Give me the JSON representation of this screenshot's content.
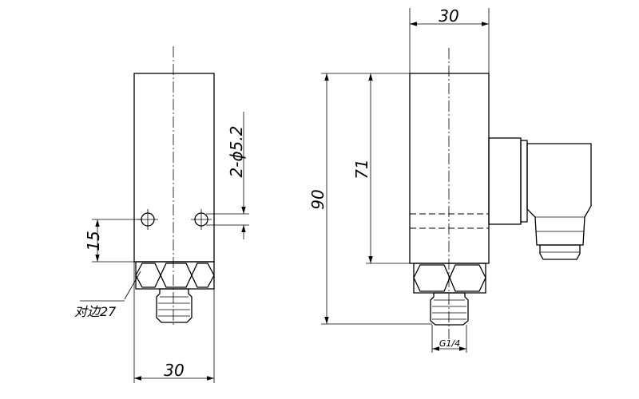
{
  "left_view": {
    "bottom_width": "30",
    "hole_spec": "2-ϕ5.2",
    "hole_height": "15",
    "hex_label": "对边27"
  },
  "right_view": {
    "top_width": "30",
    "total_height": "90",
    "body_height": "71",
    "thread": "G1/4"
  }
}
